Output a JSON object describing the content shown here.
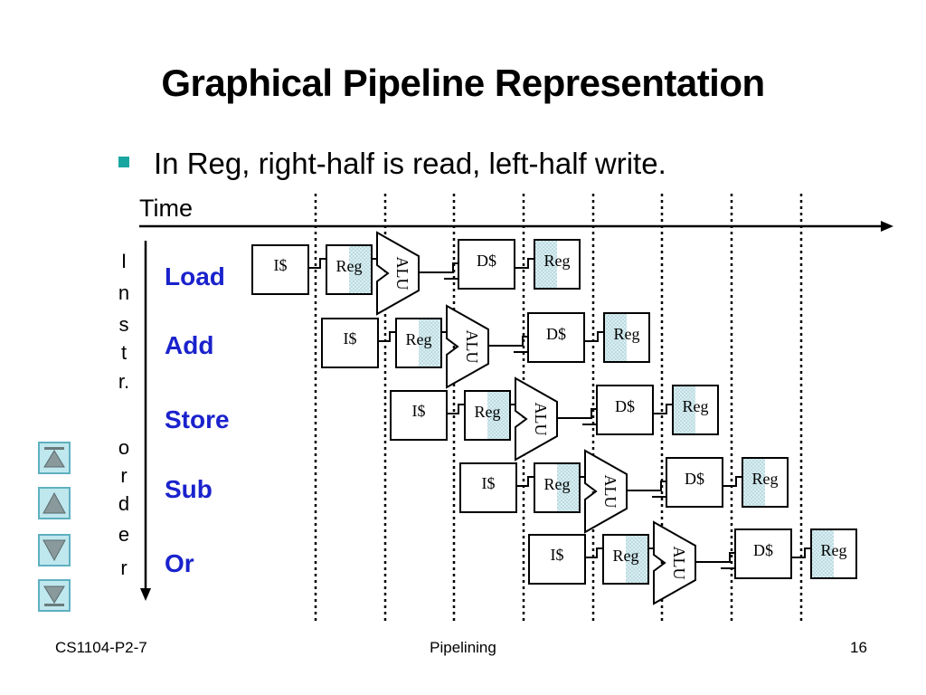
{
  "title": "Graphical Pipeline Representation",
  "bullet": "In Reg, right-half is read, left-half write.",
  "time_label": "Time",
  "instr_order_letters": [
    "I",
    "n",
    "s",
    "t",
    "r.",
    "",
    "o",
    "r",
    "d",
    "e",
    "r"
  ],
  "instructions": [
    "Load",
    "Add",
    "Store",
    "Sub",
    "Or"
  ],
  "stage_labels": {
    "ifetch": "I$",
    "reg": "Reg",
    "alu": "ALU",
    "dmem": "D$",
    "wb": "Reg"
  },
  "footer": {
    "left": "CS1104-P2-7",
    "center": "Pipelining",
    "right": "16"
  },
  "colors": {
    "title": "#000000",
    "instruction": "#1a22cc",
    "bullet": "#1aa6a0",
    "nav_fill": "#bfe7ee",
    "nav_border": "#5fb0c0",
    "nav_arrow": "#8a9a9c"
  },
  "nav_icons": [
    "first-slide-icon",
    "previous-slide-icon",
    "next-slide-icon",
    "last-slide-icon"
  ]
}
